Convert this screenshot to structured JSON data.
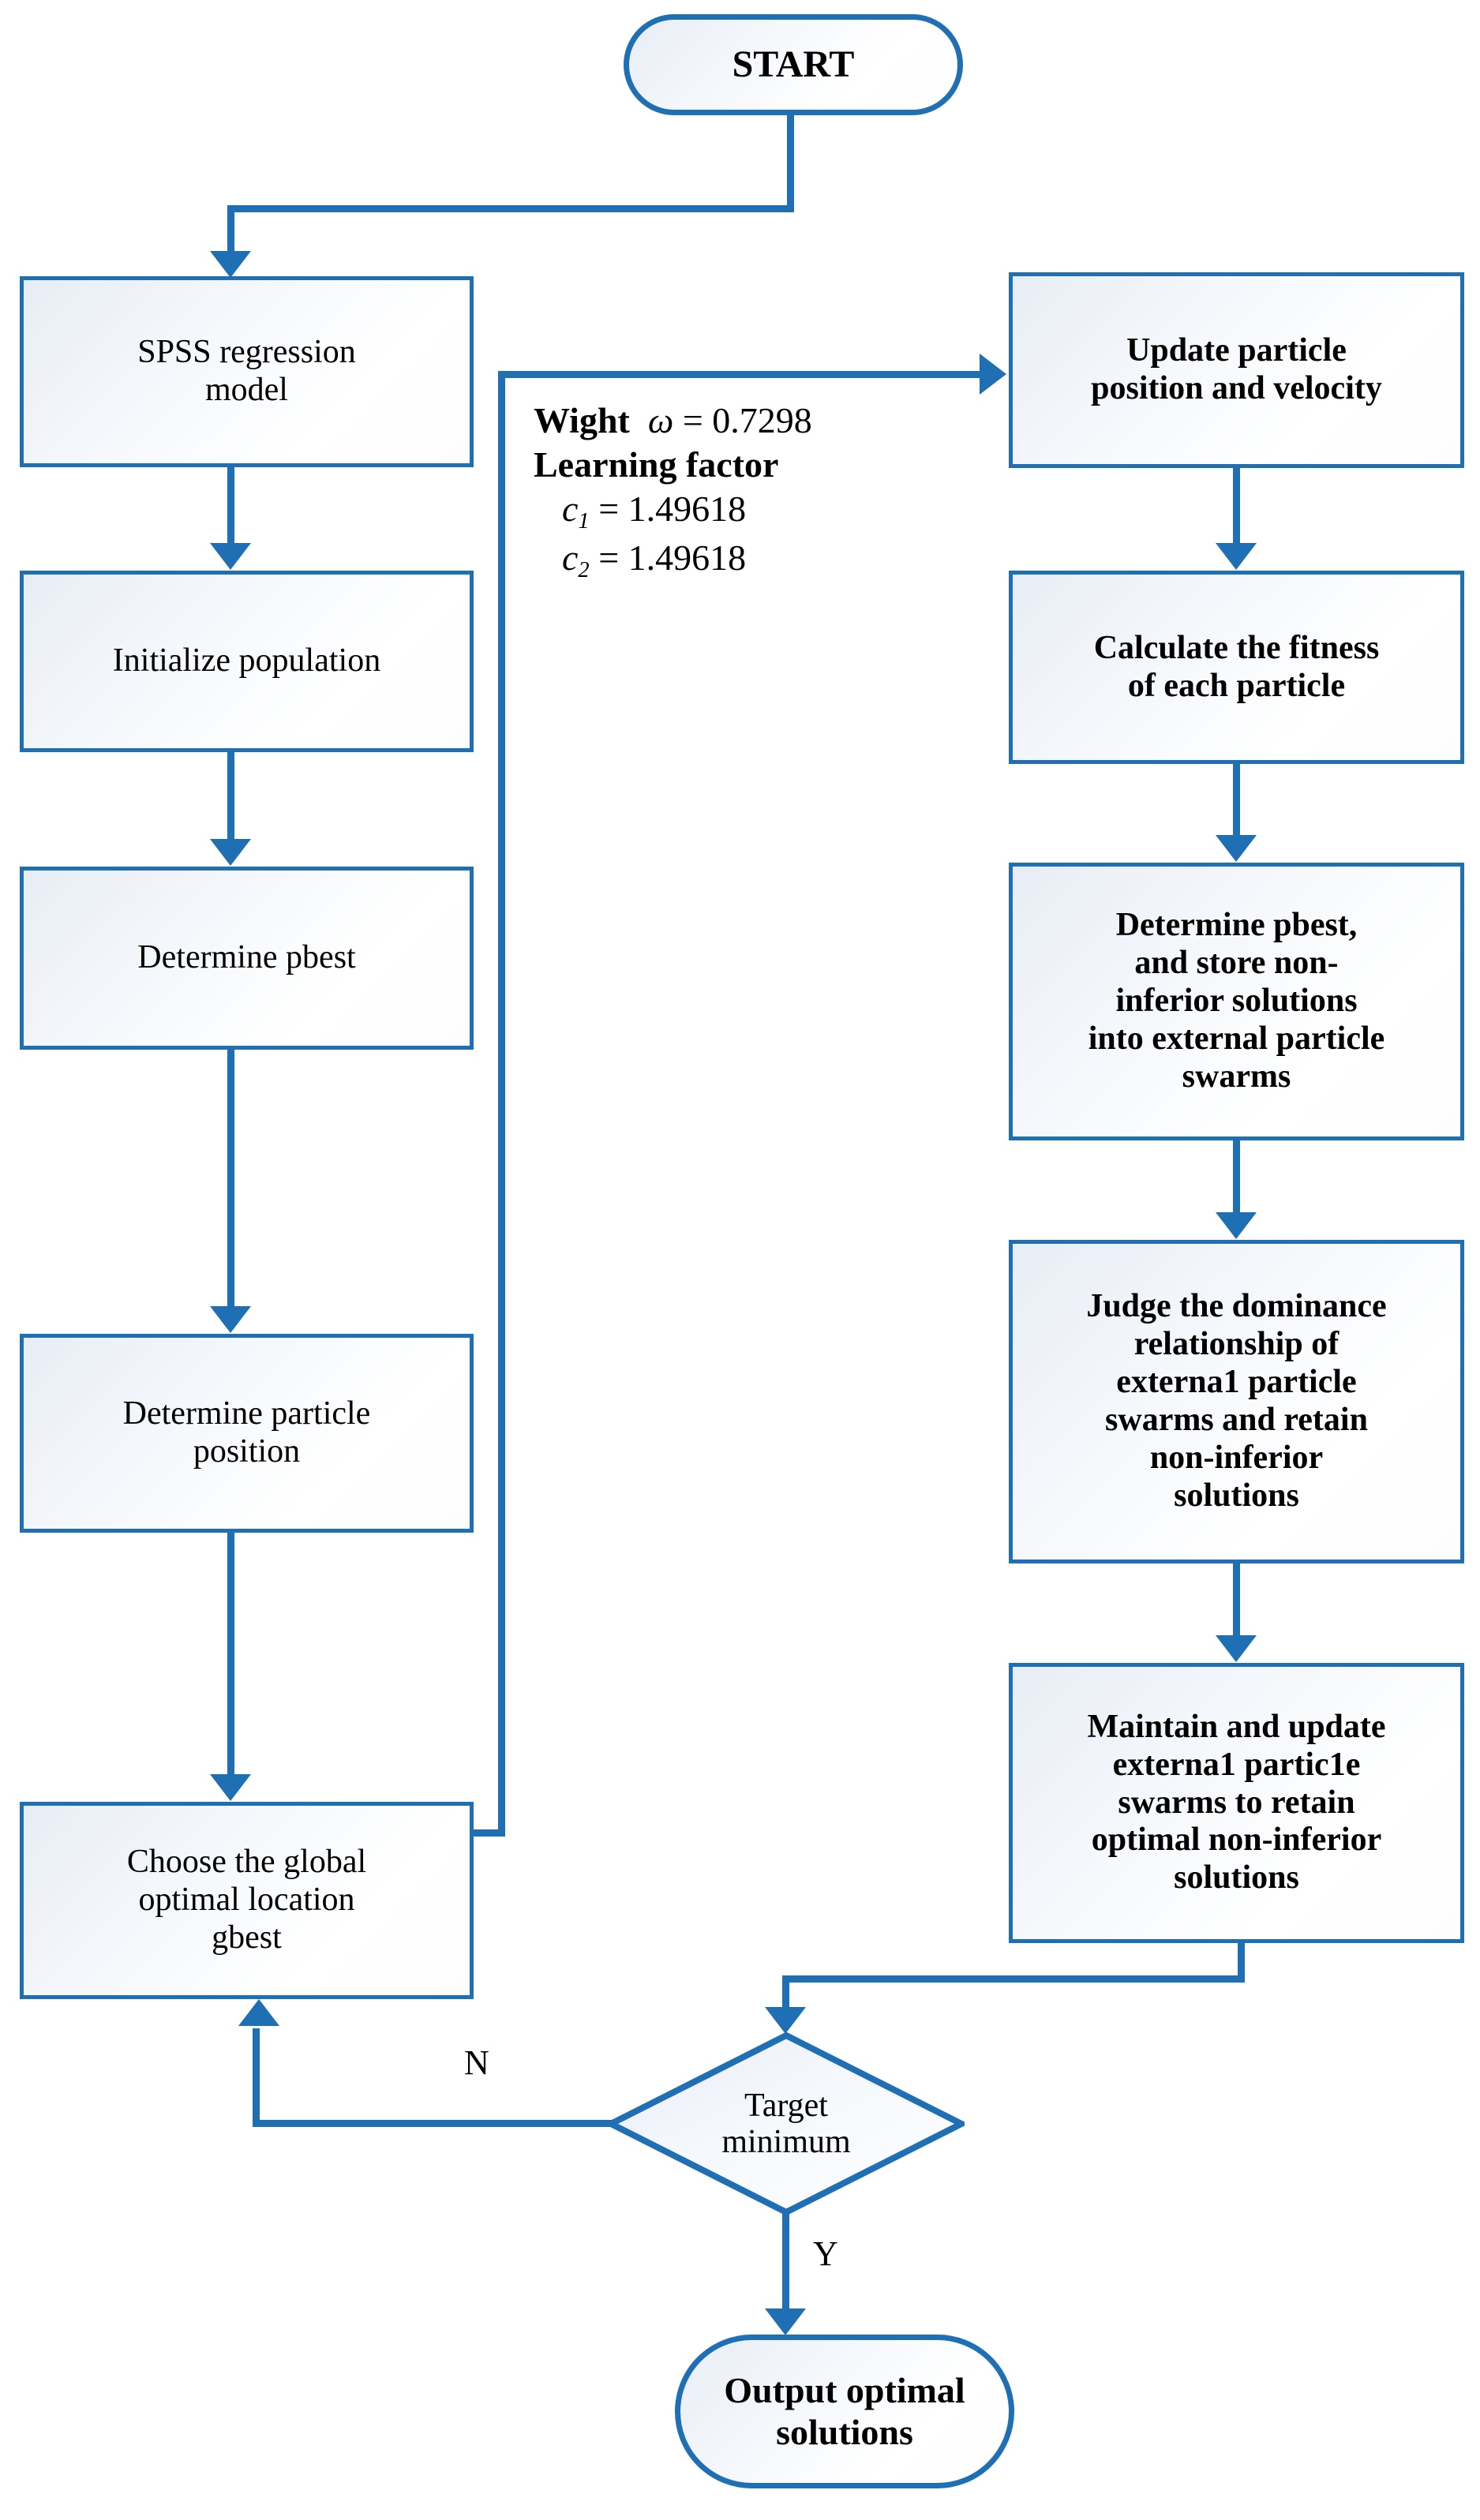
{
  "diagram": {
    "title": "PSO optimization flowchart",
    "colors": {
      "stroke": "#1F6FB5",
      "fill_light": "#FFFFFF",
      "fill_tint": "#E8EDF5",
      "text": "#000000"
    }
  },
  "nodes": {
    "start": {
      "label": "START",
      "shape": "terminator"
    },
    "spss": {
      "label": "SPSS regression\nmodel",
      "shape": "process"
    },
    "init_population": {
      "label": "Initialize population",
      "shape": "process"
    },
    "determine_pbest": {
      "label": "Determine pbest",
      "shape": "process"
    },
    "determine_particle_position": {
      "label": "Determine particle\nposition",
      "shape": "process"
    },
    "choose_gbest": {
      "label": "Choose the global\noptimal location\ngbest",
      "shape": "process"
    },
    "update_particle": {
      "label": "Update particle\nposition and velocity",
      "shape": "process"
    },
    "calculate_fitness": {
      "label": "Calculate the fitness\nof each particle",
      "shape": "process"
    },
    "store_noninferior": {
      "label": "Determine pbest,\nand store non-\ninferior solutions\ninto external particle\nswarms",
      "shape": "process"
    },
    "judge_dominance": {
      "label": "Judge the dominance\nrelationship of\nexterna1 particle\nswarms and retain\nnon-inferior\nsolutions",
      "shape": "process"
    },
    "maintain_update": {
      "label": "Maintain and update\nexterna1 partic1e\nswarms to retain\noptimal non-inferior\nsolutions",
      "shape": "process"
    },
    "decision": {
      "label": "Target\nminimum",
      "shape": "decision"
    },
    "output": {
      "label": "Output optimal\nsolutions",
      "shape": "terminator"
    }
  },
  "parameters": {
    "weight_label": "Wight",
    "weight_symbol": "ω",
    "weight_eq": "=",
    "weight_value": "0.7298",
    "learning_factor_label": "Learning factor",
    "c1_symbol": "c",
    "c1_sub": "1",
    "c1_eq": "=",
    "c1_value": "1.49618",
    "c2_symbol": "c",
    "c2_sub": "2",
    "c2_eq": "=",
    "c2_value": "1.49618"
  },
  "branch_labels": {
    "no": "N",
    "yes": "Y"
  }
}
